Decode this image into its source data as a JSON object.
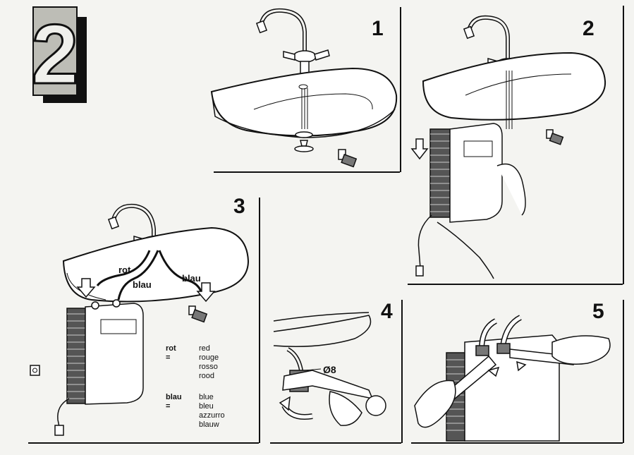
{
  "section_number": "2",
  "steps": [
    {
      "number": "1"
    },
    {
      "number": "2"
    },
    {
      "number": "3"
    },
    {
      "number": "4"
    },
    {
      "number": "5"
    }
  ],
  "step3": {
    "label_rot": "rot",
    "label_blau_left": "blau",
    "label_blau_right": "blau"
  },
  "legend": {
    "rot_key": "rot =",
    "rot_values": [
      "red",
      "rouge",
      "rosso",
      "rood"
    ],
    "blau_key": "blau =",
    "blau_values": [
      "blue",
      "bleu",
      "azzurro",
      "blauw"
    ]
  },
  "step4": {
    "diameter_label": "Ø8"
  }
}
